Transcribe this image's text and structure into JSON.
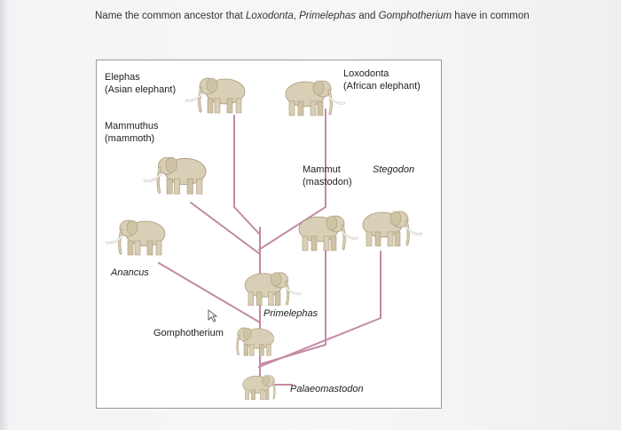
{
  "question": {
    "prefix": "Name the common ancestor that ",
    "taxon1": "Loxodonta",
    "sep1": ", ",
    "taxon2": "Primelephas",
    "sep2": " and ",
    "taxon3": "Gomphotherium",
    "suffix": " have in common"
  },
  "figure": {
    "labels": {
      "elephas_genus": "Elephas",
      "elephas_common": "(Asian elephant)",
      "loxodonta_genus": "Loxodonta",
      "loxodonta_common": "(African elephant)",
      "mammuthus_genus": "Mammuthus",
      "mammuthus_common": "(mammoth)",
      "mammut_genus": "Mammut",
      "mammut_common": "(mastodon)",
      "stegodon": "Stegodon",
      "anancus": "Anancus",
      "primelephas": "Primelephas",
      "gomphotherium": "Gomphotherium",
      "palaeomastodon": "Palaeomastodon"
    },
    "colors": {
      "branch": "#c28aa4",
      "elephant_body": "#d9cfb6",
      "elephant_shade": "#a9987a",
      "frame": "#9a9a9a"
    },
    "icons": {
      "cursor": "cursor-arrow-icon"
    }
  }
}
